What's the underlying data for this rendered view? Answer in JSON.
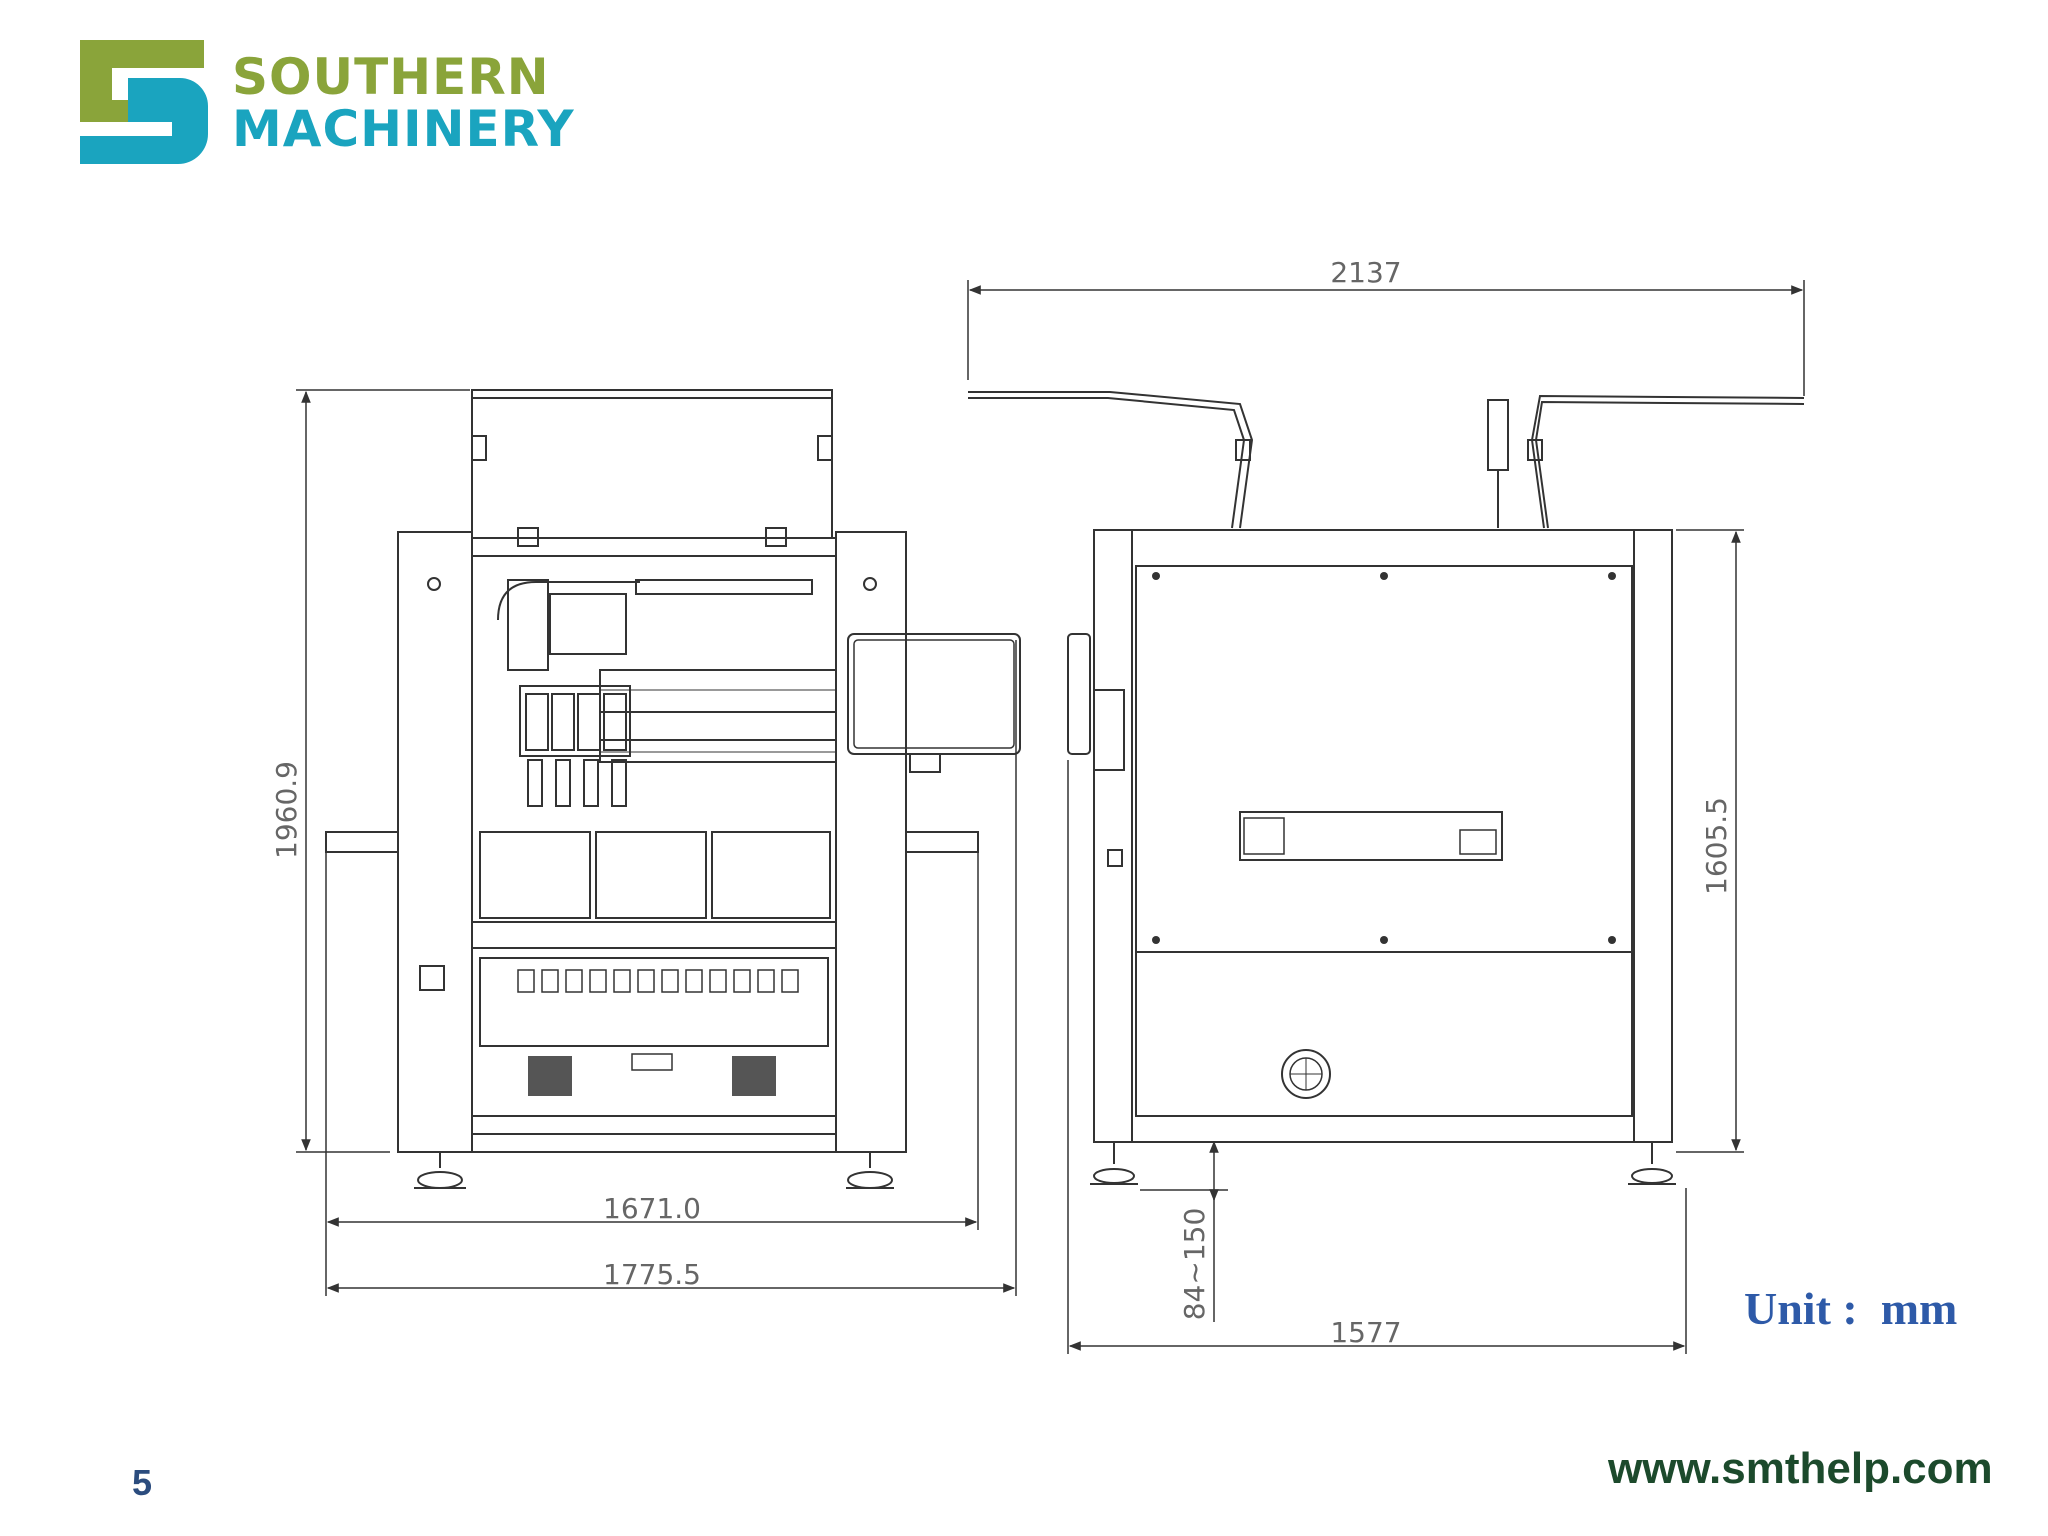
{
  "brand": {
    "name_line1": "SOUTHERN",
    "name_line2": "MACHINERY",
    "color_green": "#8aa43a",
    "color_teal": "#1aa4bf"
  },
  "drawing": {
    "front_view": {
      "height_dim": "1960.9",
      "inner_width_dim": "1671.0",
      "outer_width_dim": "1775.5"
    },
    "side_view": {
      "top_width_dim": "2137",
      "height_dim": "1605.5",
      "foot_range_dim": "84~150",
      "width_dim": "1577"
    }
  },
  "unit_label": "Unit :  mm",
  "page_number": "5",
  "website": "www.smthelp.com"
}
